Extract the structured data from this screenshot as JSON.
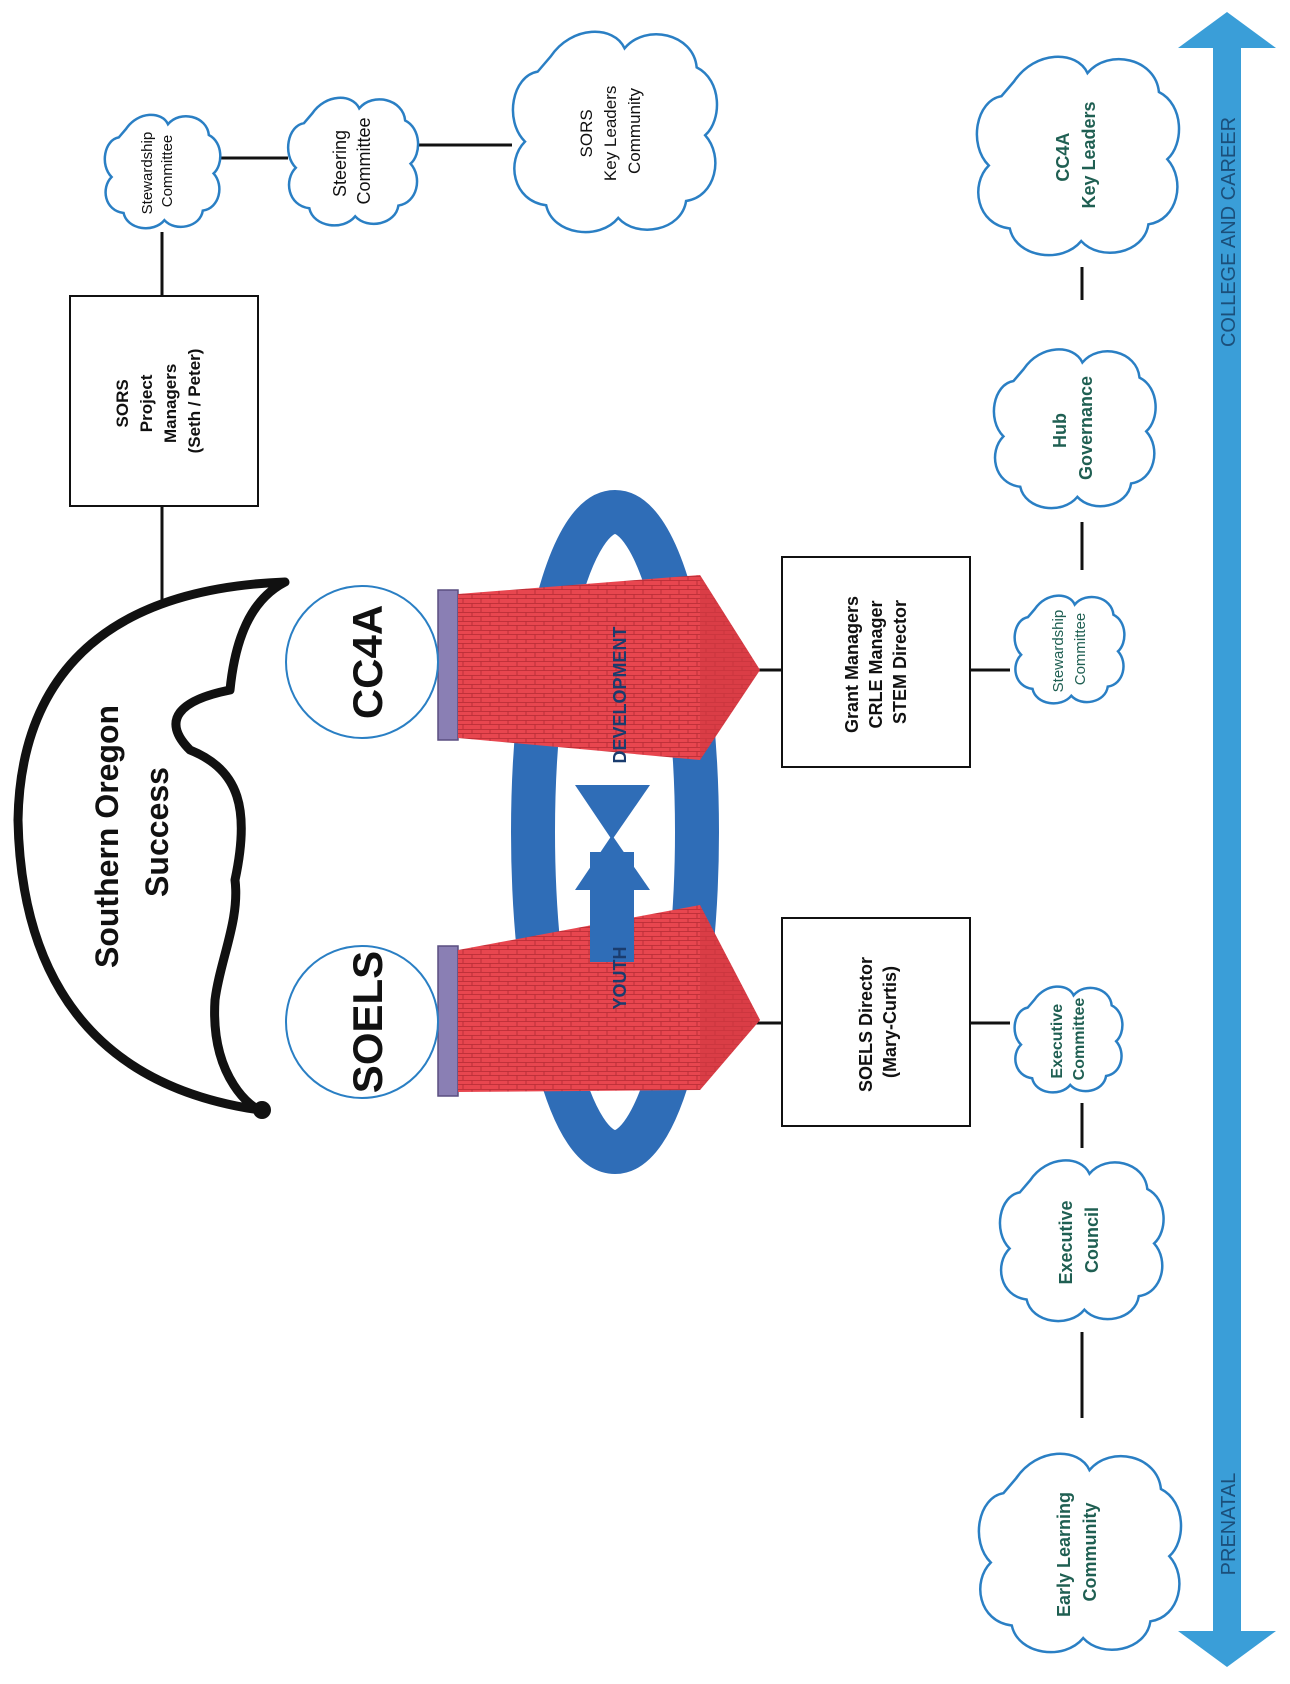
{
  "labels": {
    "sos": [
      "Southern Oregon",
      "Success"
    ],
    "soels_hub": "SOELS",
    "cc4a_hub": "CC4A",
    "sors_pm": [
      "SORS",
      "Project",
      "Managers",
      "(Seth / Peter)"
    ],
    "sors_stewardship": [
      "Stewardship",
      "Committee"
    ],
    "steering": [
      "Steering",
      "Committee"
    ],
    "sors_key_leaders": [
      "SORS",
      "Key Leaders",
      "Community"
    ],
    "soels_director": [
      "SOELS Director",
      "(Mary-Curtis)"
    ],
    "grant_managers": [
      "Grant Managers",
      "CRLE Manager",
      "STEM Director"
    ],
    "youth": "YOUTH",
    "development": "DEVELOPMENT",
    "early_learning": [
      "Early Learning",
      "Community"
    ],
    "executive_council": [
      "Executive",
      "Council"
    ],
    "executive_committee": [
      "Executive",
      "Committee"
    ],
    "cc4a_stewardship": [
      "Stewardship",
      "Committee"
    ],
    "hub_governance": [
      "Hub",
      "Governance"
    ],
    "cc4a_key_leaders": [
      "CC4A",
      "Key Leaders"
    ],
    "prenatal": "PRENATAL",
    "college_career": "COLLEGE AND CAREER"
  },
  "colors": {
    "cloud_stroke": "#2a7fc4",
    "cloud_text": "#1f5f52",
    "brick": "#e8464f",
    "brick_dark": "#b32a33",
    "arrow_blue": "#2f6db7",
    "bar_blue": "#3a9ed8"
  }
}
